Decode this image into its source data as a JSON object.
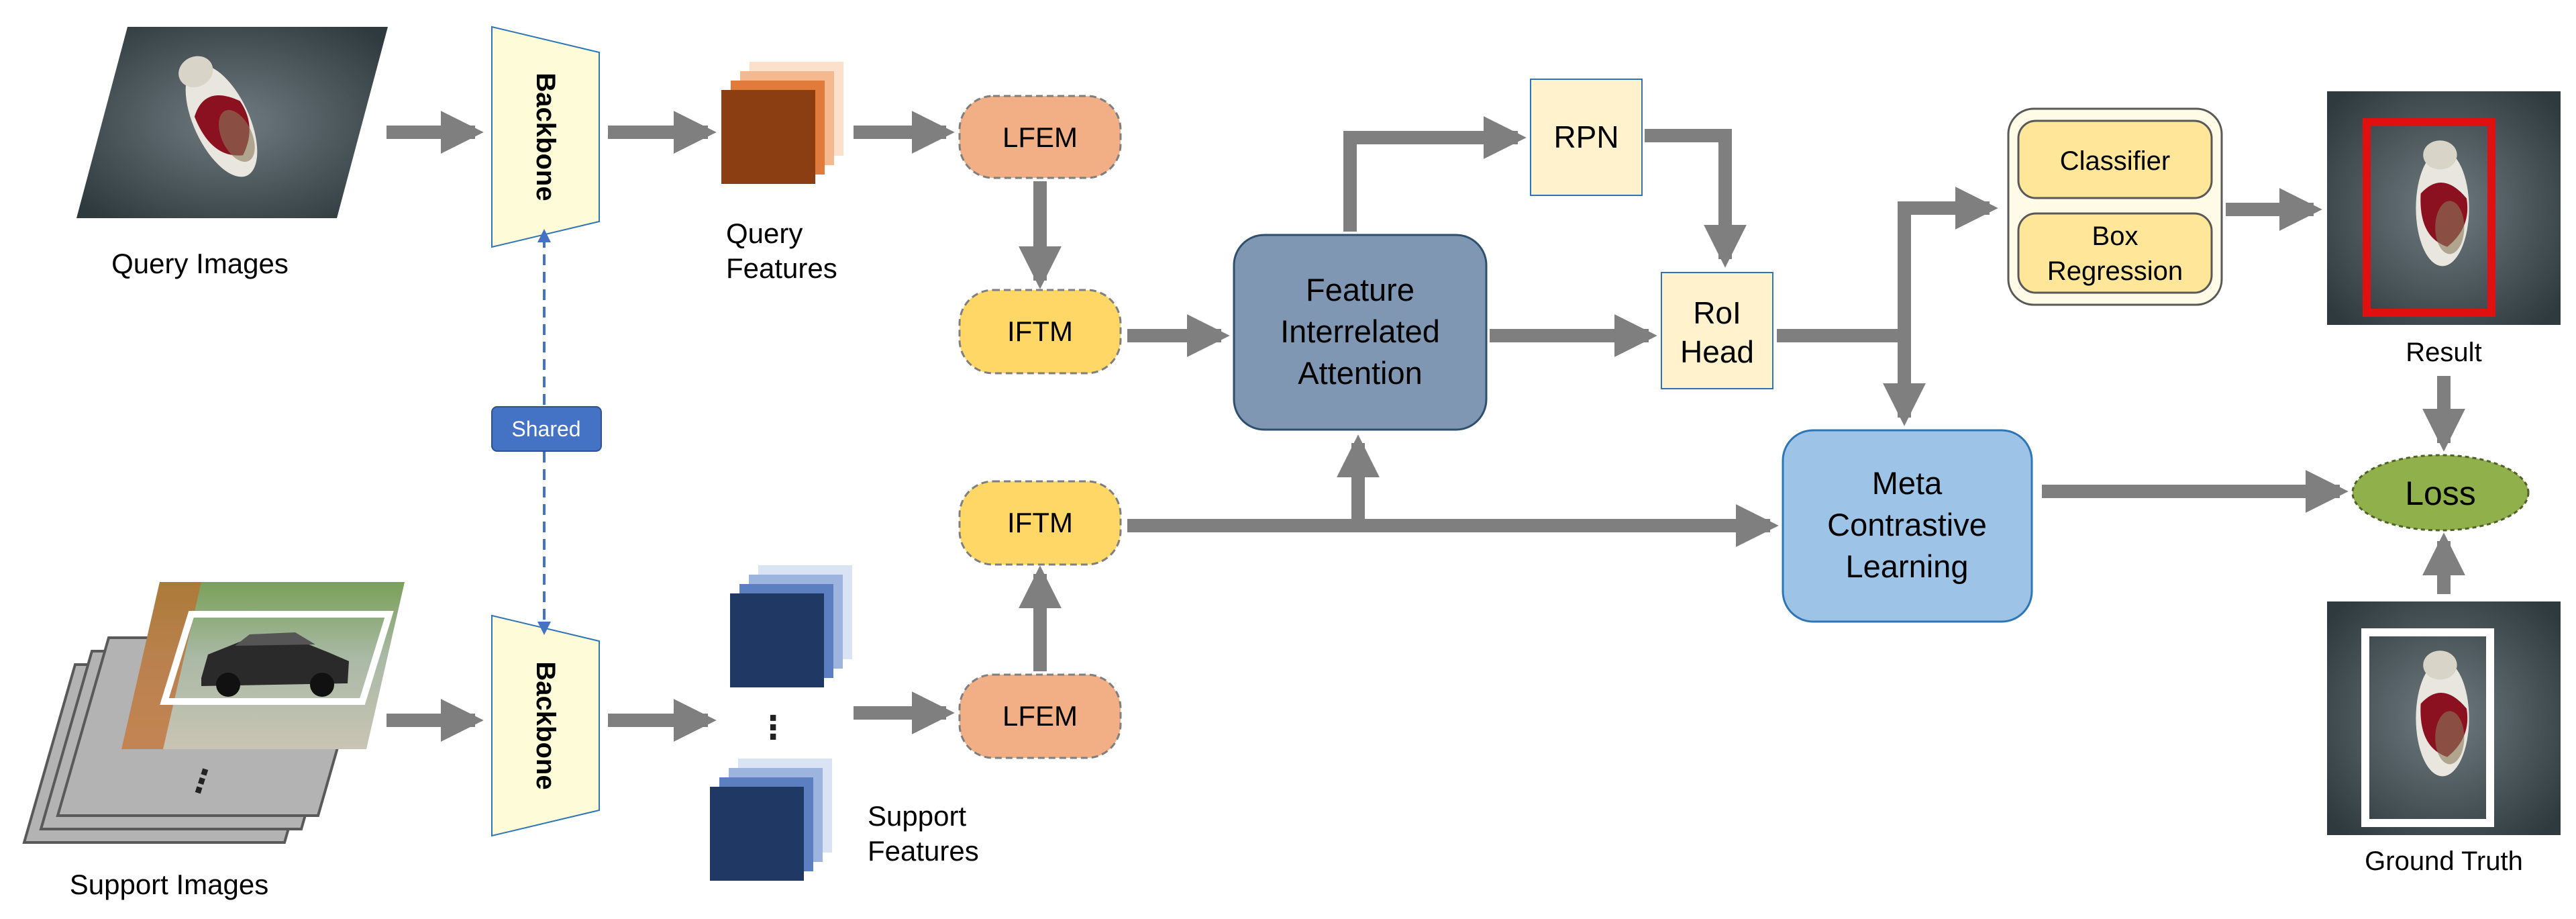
{
  "labels": {
    "query_images": "Query Images",
    "support_images": "Support Images",
    "backbone_top": "Backbone",
    "backbone_bottom": "Backbone",
    "shared": "Shared",
    "query_features_1": "Query",
    "query_features_2": "Features",
    "support_features_1": "Support",
    "support_features_2": "Features",
    "support_dots": "⋮",
    "support_stack_dots": "⋮",
    "lfem_top": "LFEM",
    "lfem_bottom": "LFEM",
    "iftm_top": "IFTM",
    "iftm_bottom": "IFTM",
    "fia_1": "Feature",
    "fia_2": "Interrelated",
    "fia_3": "Attention",
    "rpn": "RPN",
    "roi_1": "RoI",
    "roi_2": "Head",
    "mcl_1": "Meta",
    "mcl_2": "Contrastive",
    "mcl_3": "Learning",
    "classifier": "Classifier",
    "box_1": "Box",
    "box_2": "Regression",
    "result": "Result",
    "loss": "Loss",
    "ground_truth": "Ground Truth"
  },
  "colors": {
    "arrow": "#7f7f7f",
    "backbone_fill": "#fdfbd8",
    "lfem_fill": "#f2ae84",
    "iftm_fill": "#fed766",
    "fia_fill": "#7f97b2",
    "mcl_fill": "#9dc3e6",
    "rpn_fill": "#fff2cc",
    "classifier_fill": "#ffe699",
    "shared_fill": "#4472c4",
    "loss_fill": "#8fb04a",
    "query_feature": "#8b3e12",
    "support_feature": "#1f3864",
    "result_box": "#e01010"
  }
}
